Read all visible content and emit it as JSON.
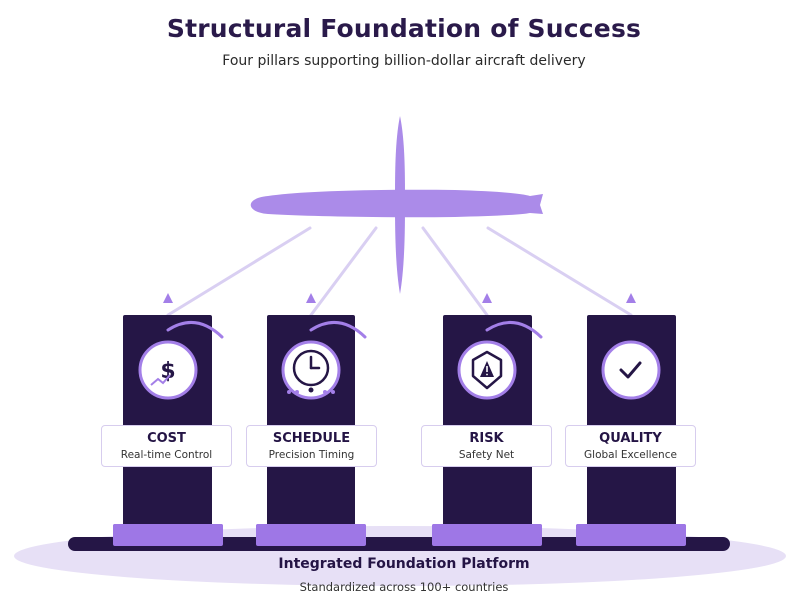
{
  "header": {
    "title": "Structural Foundation of Success",
    "subtitle": "Four pillars supporting billion-dollar aircraft delivery"
  },
  "pillars": [
    {
      "name": "COST",
      "desc": "Real-time Control",
      "icon": "dollar-icon"
    },
    {
      "name": "SCHEDULE",
      "desc": "Precision Timing",
      "icon": "clock-icon"
    },
    {
      "name": "RISK",
      "desc": "Safety Net",
      "icon": "warning-shield-icon"
    },
    {
      "name": "QUALITY",
      "desc": "Global Excellence",
      "icon": "checkmark-icon"
    }
  ],
  "platform": {
    "title": "Integrated Foundation Platform",
    "subtitle": "Standardized across 100+ countries"
  },
  "colors": {
    "dark": "#251646",
    "accent": "#9e77e6",
    "light_accent": "#b9a0ee",
    "pale": "#e7e0f6"
  }
}
